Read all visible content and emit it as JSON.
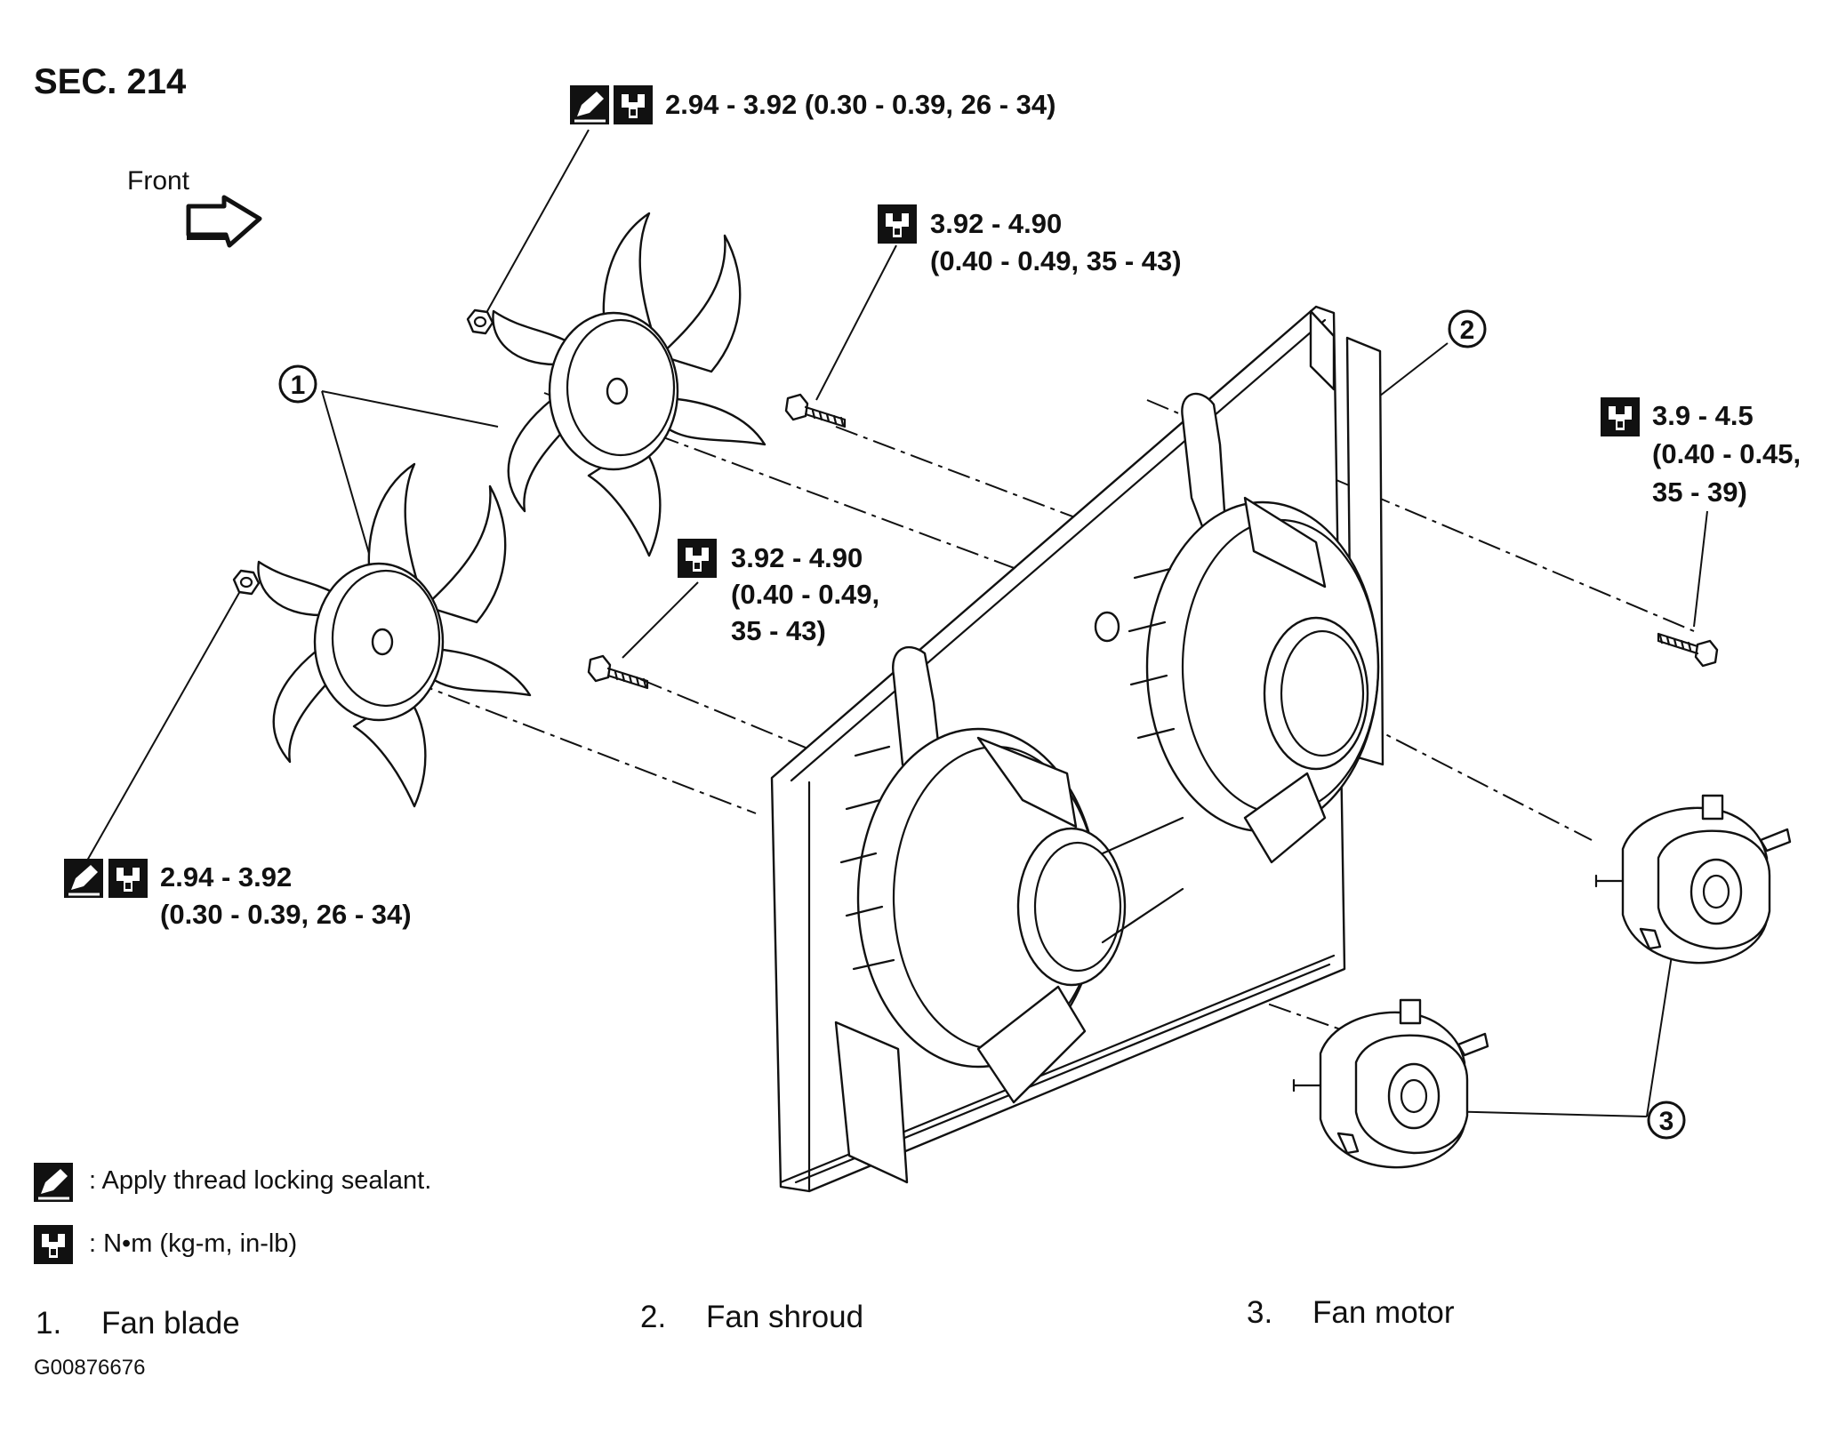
{
  "section_label": "SEC. 214",
  "front_label": "Front",
  "torque_specs": {
    "upper_blade_nut": "2.94 - 3.92 (0.30 - 0.39, 26 - 34)",
    "lower_blade_nut": [
      "2.94 - 3.92",
      "(0.30 - 0.39, 26 - 34)"
    ],
    "upper_shroud_bolt": [
      "3.92 - 4.90",
      "(0.40 - 0.49, 35 - 43)"
    ],
    "middle_shroud_bolt": [
      "3.92 - 4.90",
      "(0.40 - 0.49,",
      "35 - 43)"
    ],
    "motor_bolt": [
      "3.9 - 4.5",
      "(0.40 - 0.45,",
      "35 - 39)"
    ]
  },
  "callouts": [
    "1",
    "2",
    "3"
  ],
  "legend": {
    "sealant": ": Apply thread locking sealant.",
    "torque_units": ":  N•m  (kg-m,  in-lb)"
  },
  "parts": [
    {
      "num": "1.",
      "name": "Fan blade"
    },
    {
      "num": "2.",
      "name": "Fan shroud"
    },
    {
      "num": "3.",
      "name": "Fan motor"
    }
  ],
  "figure_code": "G00876676",
  "icons": {
    "sealant": "sealant-icon",
    "torque": "torque-wrench-icon",
    "front_arrow": "front-arrow-icon"
  }
}
